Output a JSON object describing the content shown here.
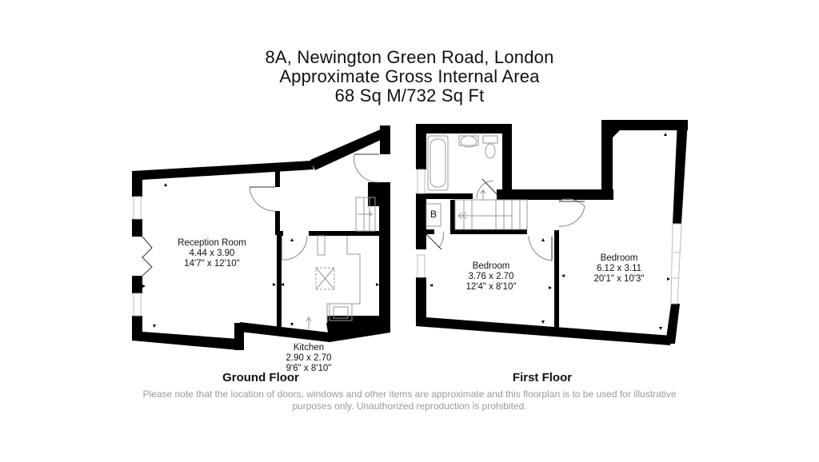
{
  "header": {
    "address": "8A, Newington Green Road, London",
    "area_title": "Approximate Gross Internal Area",
    "area_value": "68 Sq M/732 Sq Ft"
  },
  "colors": {
    "wall": "#000000",
    "fixture_line": "#888888",
    "window": "#d0d0d0",
    "disclaimer_text": "#9a9a9a"
  },
  "floors": [
    {
      "label": "Ground Floor",
      "rooms": [
        {
          "name": "Reception Room",
          "metric": "4.44 x 3.90",
          "imperial": "14'7\" x 12'10\""
        },
        {
          "name": "Kitchen",
          "metric": "2.90 x 2.70",
          "imperial": "9'6\" x 8'10\""
        }
      ]
    },
    {
      "label": "First Floor",
      "rooms": [
        {
          "name": "Bedroom",
          "metric": "3.76 x 2.70",
          "imperial": "12'4\" x 8'10\""
        },
        {
          "name": "Bedroom",
          "metric": "6.12 x 3.11",
          "imperial": "20'1\" x 10'3\""
        }
      ],
      "boiler_label": "B"
    }
  ],
  "disclaimer": {
    "line1": "Please note that the location of doors, windows and other items are approximate and this floorplan is to be used for illustrative",
    "line2": "purposes only. Unauthorized reproduction is prohibited."
  }
}
